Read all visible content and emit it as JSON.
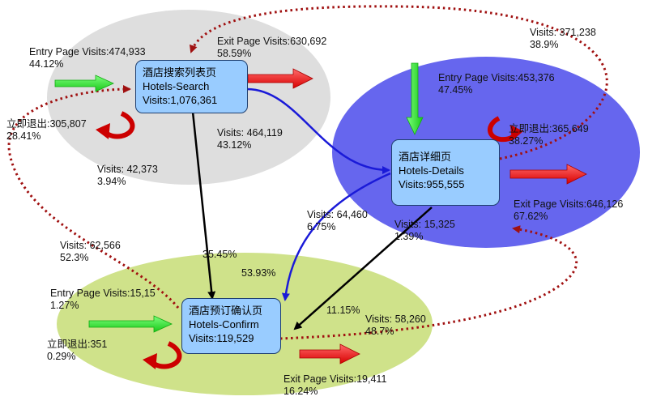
{
  "nodes": {
    "search": {
      "cn": "酒店搜索列表页",
      "en": "Hotels-Search",
      "visits": "Visits:1,076,361"
    },
    "details": {
      "cn": "酒店详细页",
      "en": "Hotels-Details",
      "visits": "Visits:955,555"
    },
    "confirm": {
      "cn": "酒店预订确认页",
      "en": "Hotels-Confirm",
      "visits": "Visits:119,529"
    }
  },
  "labels": {
    "search_entry": {
      "line1": "Entry Page Visits:474,933",
      "line2": "44.12%"
    },
    "search_exit": {
      "line1": "Exit Page Visits:630,692",
      "line2": "58.59%"
    },
    "search_bounce": {
      "line1": "立即退出:305,807",
      "line2": "28.41%"
    },
    "search_to_details": {
      "line1": "Visits: 464,119",
      "line2": "43.12%"
    },
    "search_to_confirm_loop": {
      "line1": "Visits: 42,373",
      "line2": "3.94%"
    },
    "details_to_search": {
      "line1": "Visits: 371,238",
      "line2": "38.9%"
    },
    "details_entry": {
      "line1": "Entry Page Visits:453,376",
      "line2": "47.45%"
    },
    "details_bounce": {
      "line1": "立即退出:365,649",
      "line2": "38.27%"
    },
    "details_exit": {
      "line1": "Exit Page Visits:646,126",
      "line2": "67.62%"
    },
    "details_to_confirm": {
      "line1": "Visits: 15,325",
      "line2": "1.39%"
    },
    "confirm_to_details_blue": {
      "line1": "Visits: 64,460",
      "line2": "6.75%"
    },
    "confirm_to_search": {
      "line1": "Visits: 62,566",
      "line2": "52.3%"
    },
    "confirm_to_details": {
      "line1": "Visits: 58,260",
      "line2": "48.7%"
    },
    "pct_search_confirm": "35.45%",
    "pct_53": "53.93%",
    "pct_details_confirm": "11.15%",
    "confirm_entry": {
      "line1": "Entry Page Visits:15,15",
      "line2": "1.27%"
    },
    "confirm_bounce": {
      "line1": "立即退出:351",
      "line2": "0.29%"
    },
    "confirm_exit": {
      "line1": "Exit Page Visits:19,411",
      "line2": "16.24%"
    }
  },
  "colors": {
    "search_region": "#dedede",
    "details_region": "#6666ee",
    "confirm_region": "#cfe28a",
    "node_fill": "#99ccff",
    "entry_arrow": "#22ee22",
    "exit_arrow": "#ee1111",
    "loop_path": "#a01010",
    "flow_black": "#000000",
    "flow_blue": "#1a1ad8"
  }
}
